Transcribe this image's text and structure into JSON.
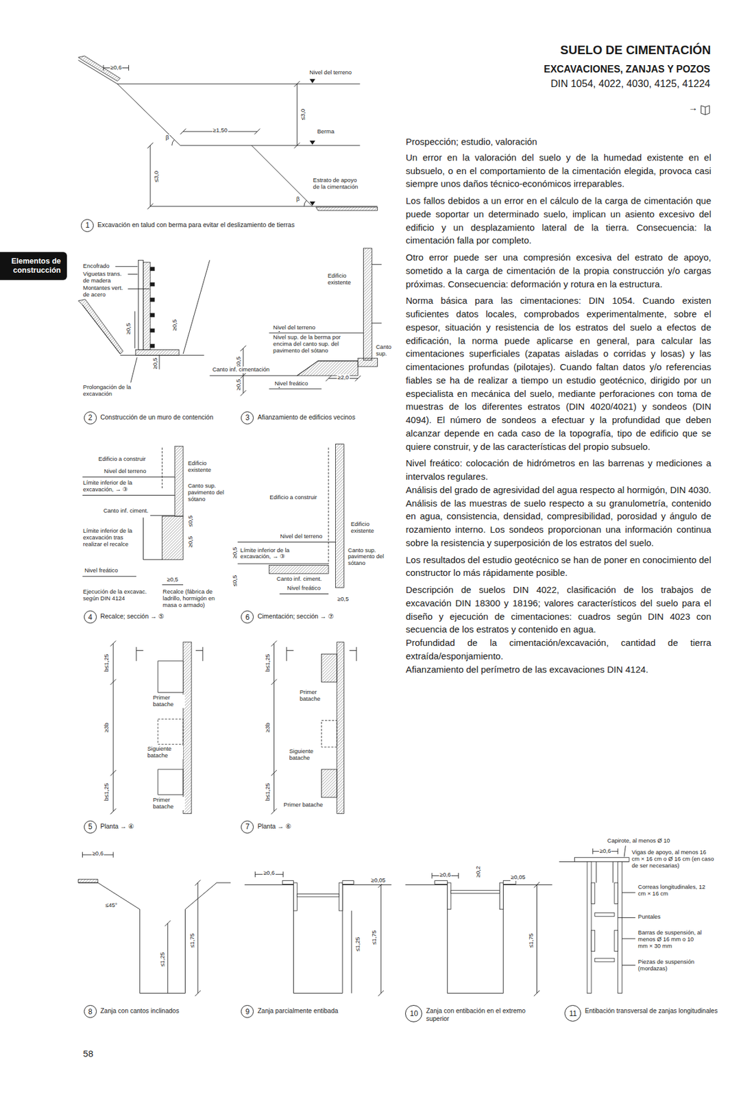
{
  "diagram": {
    "title": "SUELO DE CIMENTACIÓN",
    "nodes": [
      {
        "text": [
          "Elementos de construcción"
        ]
      },
      {
        "text": [
          "1",
          "Excavación en talud con berma para evitar el deslizamiento de tierras"
        ]
      },
      {
        "text": [
          "2",
          "Construcción de un muro de contención"
        ]
      },
      {
        "text": [
          "3",
          "Afianzamiento de edificios vecinos"
        ]
      },
      {
        "text": [
          "4",
          "Recalce; sección → ⑤"
        ]
      },
      {
        "text": [
          "5",
          "Planta → ④"
        ]
      },
      {
        "text": [
          "6",
          "Cimentación; sección → ⑦"
        ]
      },
      {
        "text": [
          "7",
          "Planta → ⑥"
        ]
      },
      {
        "text": [
          "8",
          "Zanja con cantos inclinados"
        ]
      },
      {
        "text": [
          "9",
          "Zanja parcialmente entibada"
        ]
      },
      {
        "text": [
          "10",
          "Zanja con entibación en el extremo superior"
        ]
      },
      {
        "text": [
          "11",
          "Entibación transversal de zanjas longitudinales"
        ]
      }
    ],
    "labels": [
      "EXCAVACIONES, ZANJAS Y POZOS",
      "DIN 1054, 4022, 4030, 4125, 41224",
      "→",
      "Prospección; estudio, valoración",
      "Un error en la valoración del suelo y de la humedad existente en el subsuelo, o en el comportamiento de la cimentación elegida, provoca casi siempre unos daños técnico-económicos irreparables.",
      "Los fallos debidos a un error en el cálculo de la carga de cimentación que puede soportar un determinado suelo, implican un asiento excesivo del edificio y un desplazamiento lateral de la tierra. Consecuencia: la cimentación falla por completo.",
      "Otro error puede ser una compresión excesiva del estrato de apoyo, sometido a la carga de cimentación de la propia construcción y/o cargas próximas. Consecuencia: deformación y rotura en la estructura.",
      "Norma básica para las cimentaciones: DIN 1054. Cuando existen suficientes datos locales, comprobados experimentalmente, sobre el espesor, situación y resistencia de los estratos del suelo a efectos de edificación, la norma puede aplicarse en general, para calcular las cimentaciones superficiales (zapatas aisladas o corridas y losas) y las cimentaciones profundas (pilotajes). Cuando faltan datos y/o referencias fiables se ha de realizar a tiempo un estudio geotécnico, dirigido por un especialista en mecánica del suelo, mediante perforaciones con toma de muestras de los diferentes estratos (DIN 4020/4021) y sondeos (DIN 4094). El número de sondeos a efectuar y la profundidad que deben alcanzar depende en cada caso de la topografía, tipo de edificio que se quiere construir, y de las características del propio subsuelo.",
      "Nivel freático: colocación de hidrómetros en las barrenas y mediciones a intervalos regulares.",
      "Análisis del grado de agresividad del agua respecto al hormigón, DIN 4030. Análisis de las muestras de suelo respecto a su granulometría, contenido en agua, consistencia, densidad, compresibilidad, porosidad y ángulo de rozamiento interno. Los sondeos proporcionan una información continua sobre la resistencia y superposición de los estratos del suelo.",
      "Los resultados del estudio geotécnico se han de poner en conocimiento del constructor lo más rápidamente posible.",
      "Descripción de suelos DIN 4022, clasificación de los trabajos de excavación DIN 18300 y 18196; valores característicos del suelo para el diseño y ejecución de cimentaciones: cuadros según DIN 4023 con secuencia de los estratos y contenido en agua.",
      "Profundidad de la cimentación/excavación, cantidad de tierra extraída/esponjamiento.",
      "Afianzamiento del perímetro de las excavaciones DIN 4124.",
      "≥0,6",
      "Nivel del terreno",
      "≤3,0",
      "≥1,50",
      "Berma",
      "β",
      "≤3,0",
      "Estrato de apoyo de la cimentación",
      "β",
      "Encofrado",
      "Viguetas trans. de madera",
      "Montantes vert. de acero",
      "≥0,5",
      "≥0,5",
      "≥0,5",
      "Prolongación de la excavación",
      "Edificio existente",
      "Nivel del terreno",
      "Nivel sup. de la berma por encima del canto sup. del pavimento del sótano",
      "Canto sup.",
      "≤0,5",
      "Canto inf. cimentación",
      "≥0,5",
      "Nivel freático",
      "≥2,0",
      "Edificio a construir",
      "Nivel del terreno",
      "Edificio existente",
      "Límite inferior de la excavación, → ③",
      "Canto sup. pavimento del sótano",
      "Canto inf. ciment.",
      "Límite inferior de la excavación tras realizar el recalce",
      "≤0,5",
      "≥0,5",
      "Nivel freático",
      "≥0,5",
      "Ejecución de la excavac. según DIN 4124",
      "Recalce (fábrica de ladrillo, hormigón en masa o armado)",
      "Edificio a construir",
      "Edificio existente",
      "Nivel del terreno",
      "Límite inferior de la excavación, → ③",
      "Canto sup. pavimento del sótano",
      "≥0,5",
      "≤0,5",
      "Canto inf. ciment.",
      "Nivel freático",
      "≥0,5",
      "b≤1,25",
      "≥3b",
      "b≤1,25",
      "Primer batache",
      "Siguiente batache",
      "Primer batache",
      "b≤1,25",
      "≥3b",
      "b≤1,25",
      "Primer batache",
      "Siguiente batache",
      "Primer batache",
      "≥0,6",
      "≤45°",
      "≤1,25",
      "≤1,75",
      "≥0,6",
      "≥0,05",
      "≤1,25",
      "≤1,75",
      "≥0,6",
      "≥0,2",
      "≥0,05",
      "≤1,75",
      "Capirote, al menos Ø 10",
      "≥0,6",
      "Vigas de apoyo, al menos 16 cm × 16 cm o Ø 16 cm (en caso de ser necesarias)",
      "Correas longitudinales, 12 cm × 16 cm",
      "Puntales",
      "Barras de suspensión, al menos Ø 16 mm o 10 mm × 30 mm",
      "Piezas de suspensión (mordazas)",
      "58"
    ]
  }
}
